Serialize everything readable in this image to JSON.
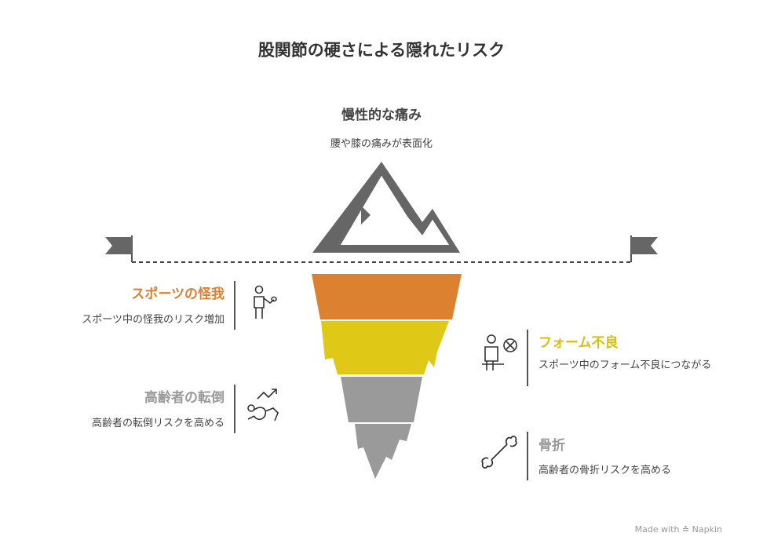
{
  "title": "股関節の硬さによる隠れたリスク",
  "top": {
    "title": "慢性的な痛み",
    "description": "腰や膝の痛みが表面化"
  },
  "items": [
    {
      "title": "スポーツの怪我",
      "description": "スポーツ中の怪我のリスク増加"
    },
    {
      "title": "フォーム不良",
      "description": "スポーツ中のフォーム不良につながる"
    },
    {
      "title": "高齢者の転倒",
      "description": "高齢者の転倒リスクを高める"
    },
    {
      "title": "骨折",
      "description": "高齢者の骨折リスクを高める"
    }
  ],
  "footer": {
    "made_with": "Made with",
    "brand": "Napkin"
  },
  "colors": {
    "sports": "#DC8130",
    "form": "#DFC916",
    "falls": "#9A9A9A",
    "fracture": "#9A9A9A",
    "mountain": "#666666"
  }
}
